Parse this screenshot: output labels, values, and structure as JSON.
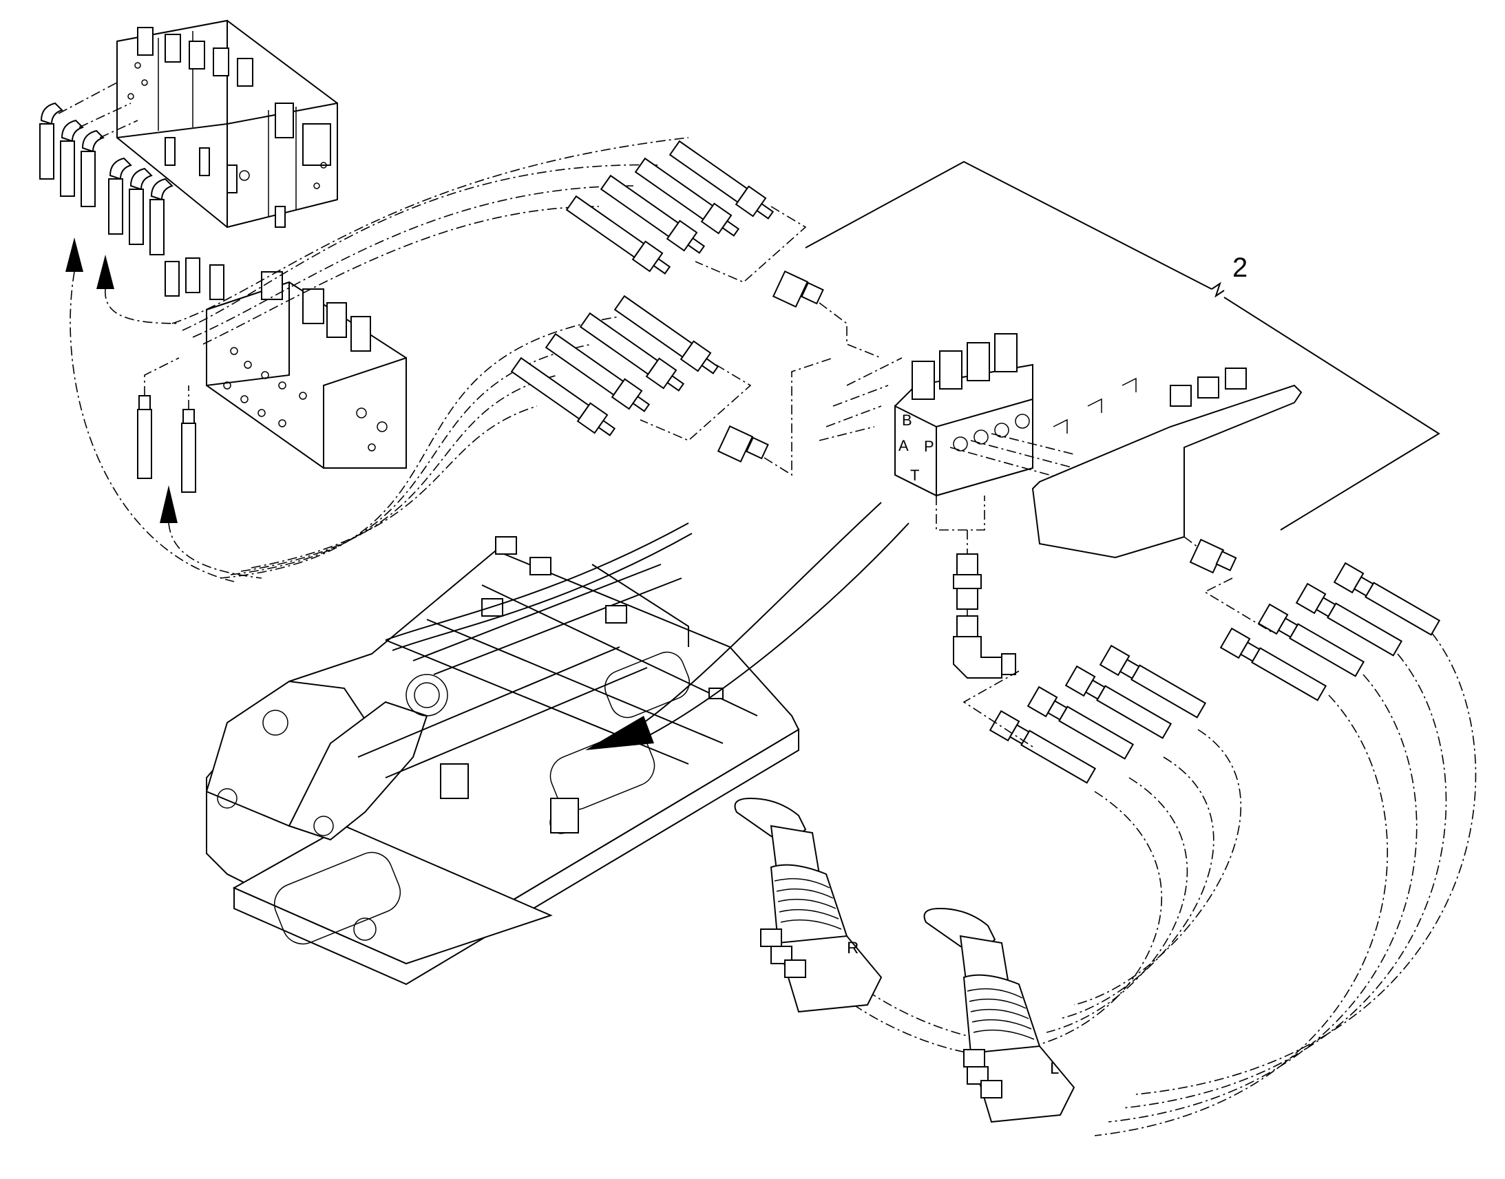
{
  "callouts": {
    "item_number": "2",
    "port_b": "B",
    "port_a": "A",
    "port_p": "P",
    "port_t": "T",
    "joystick_right": "R",
    "joystick_left": "L"
  }
}
